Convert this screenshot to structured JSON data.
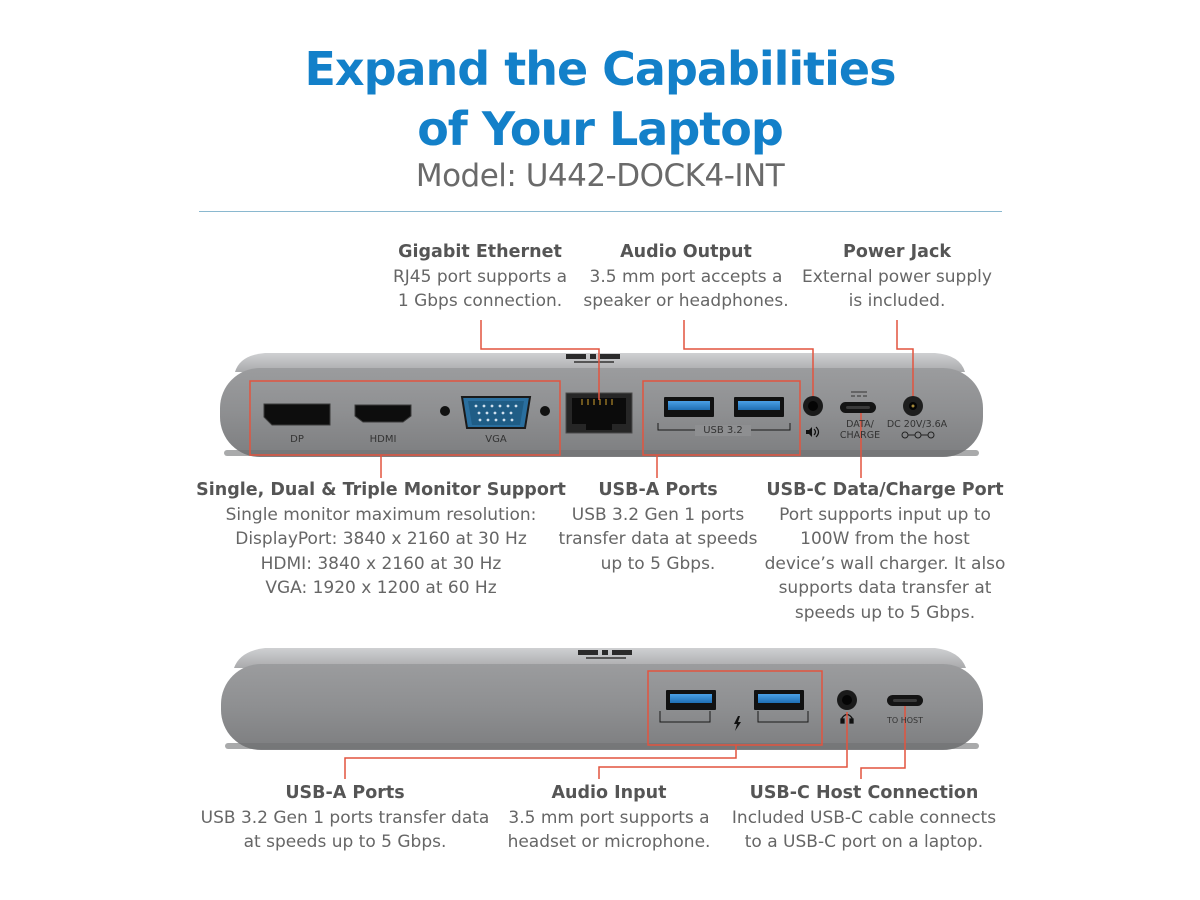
{
  "header": {
    "title_line1": "Expand the Capabilities",
    "title_line2": "of Your Laptop",
    "model": "Model: U442-DOCK4-INT"
  },
  "colors": {
    "title_blue": "#1380c9",
    "callout_red": "#e2543f",
    "device_gray": "#8f9092",
    "usb3_blue": "#2a7fc9"
  },
  "front_callouts": {
    "ethernet": {
      "title": "Gigabit Ethernet",
      "lines": [
        "RJ45 port supports a",
        "1 Gbps connection."
      ]
    },
    "audio_output": {
      "title": "Audio Output",
      "lines": [
        "3.5 mm port accepts a",
        "speaker or headphones."
      ]
    },
    "power_jack": {
      "title": "Power Jack",
      "lines": [
        "External power supply",
        "is included."
      ]
    },
    "monitor": {
      "title": "Single, Dual & Triple Monitor Support",
      "lines": [
        "Single monitor maximum resolution:",
        "DisplayPort: 3840 x 2160 at 30 Hz",
        "HDMI: 3840 x 2160 at 30 Hz",
        "VGA: 1920 x 1200 at 60 Hz"
      ]
    },
    "usb_a": {
      "title": "USB-A Ports",
      "lines": [
        "USB 3.2 Gen 1 ports",
        "transfer data at speeds",
        "up to 5 Gbps."
      ]
    },
    "usb_c": {
      "title": "USB-C Data/Charge Port",
      "lines": [
        "Port supports input up to",
        "100W from the host",
        "device’s wall charger. It also",
        "supports data transfer at",
        "speeds up to 5 Gbps."
      ]
    }
  },
  "back_callouts": {
    "usb_a": {
      "title": "USB-A Ports",
      "lines": [
        "USB 3.2 Gen 1 ports transfer data",
        "at speeds up to 5 Gbps."
      ]
    },
    "audio_input": {
      "title": "Audio Input",
      "lines": [
        "3.5 mm port supports a",
        "headset or microphone."
      ]
    },
    "usb_c_host": {
      "title": "USB-C Host Connection",
      "lines": [
        "Included USB-C cable connects",
        "to a USB-C port on a laptop."
      ]
    }
  },
  "device_labels": {
    "dp": "DP",
    "hdmi": "HDMI",
    "vga": "VGA",
    "usb32": "USB 3.2",
    "data_charge_1": "DATA/",
    "data_charge_2": "CHARGE",
    "dc_in": "DC 20V/3.6A",
    "to_host": "TO HOST"
  },
  "icons": [
    "speaker-icon",
    "headset-icon",
    "lightning-icon",
    "dc-polarity-icon",
    "brand-logo"
  ]
}
